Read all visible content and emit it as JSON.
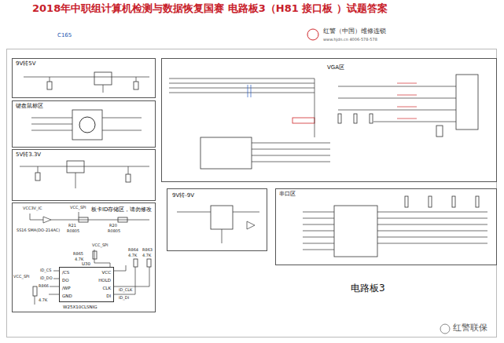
{
  "diagram": {
    "title": "2018年中职组计算机检测与数据恢复国赛  电路板3（H81 接口板 ）试题答案",
    "nodes": [
      {
        "text": [
          "电路板3"
        ]
      },
      {
        "text": [
          "9V转5V"
        ],
        "in": 0
      },
      {
        "text": [
          "键盘鼠标区"
        ],
        "in": 0
      },
      {
        "text": [
          "5V转3.3V"
        ],
        "in": 0
      },
      {
        "text": [
          "板卡ID存储区，请勿修改"
        ],
        "in": 0
      },
      {
        "text": [
          "U30",
          "/CS",
          "DO",
          "/WP",
          "GND",
          "VCC",
          "HOLD",
          "CLK",
          "DI",
          "W25X10CLSNIG"
        ],
        "in": 4
      },
      {
        "text": [
          "VGA区"
        ],
        "in": 0
      },
      {
        "text": [
          "9V转-9V"
        ],
        "in": 0
      },
      {
        "text": [
          "串口区"
        ],
        "in": 0
      }
    ],
    "labels": [
      "C165",
      "红警（中国）维修连锁",
      "www.hjdn.cn 4006-578-578",
      "VCC3V_IC",
      "VCC_SPI",
      "SS16 SMA(DO-214AC)",
      "R21",
      "R0805",
      "R20",
      "R0805",
      "R865",
      "4.7K",
      "VCC_SPI",
      "VCC_SPI",
      "R866",
      "4.7K",
      "R864",
      "4.7K",
      "R863",
      "4.7K",
      "ID_CS",
      "ID_DO",
      "ID_CLK",
      "ID_DI",
      "红警联保"
    ]
  }
}
